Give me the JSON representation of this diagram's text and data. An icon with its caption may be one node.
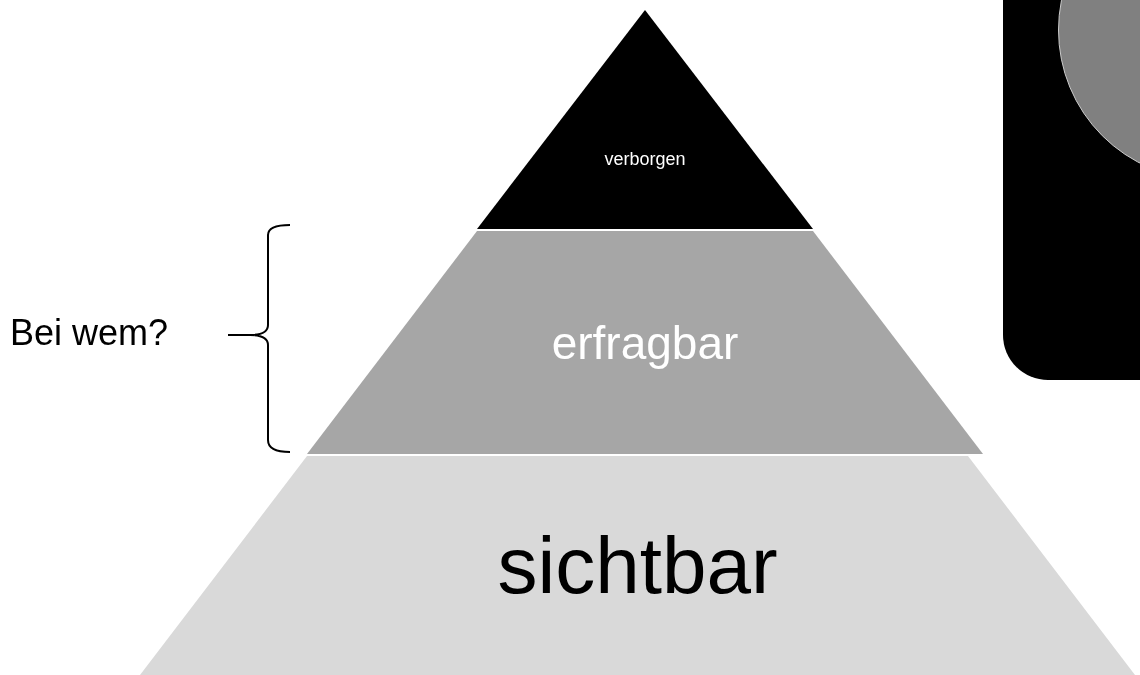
{
  "diagram": {
    "nodes": [
      {
        "text": [
          "verborgen"
        ]
      },
      {
        "text": [
          "erfragbar"
        ]
      },
      {
        "text": [
          "sichtbar"
        ]
      },
      {
        "text": [],
        "shape": "box"
      },
      {
        "text": [],
        "shape": "circle",
        "in": 3
      }
    ],
    "labels": [
      "Bei wem?"
    ]
  }
}
